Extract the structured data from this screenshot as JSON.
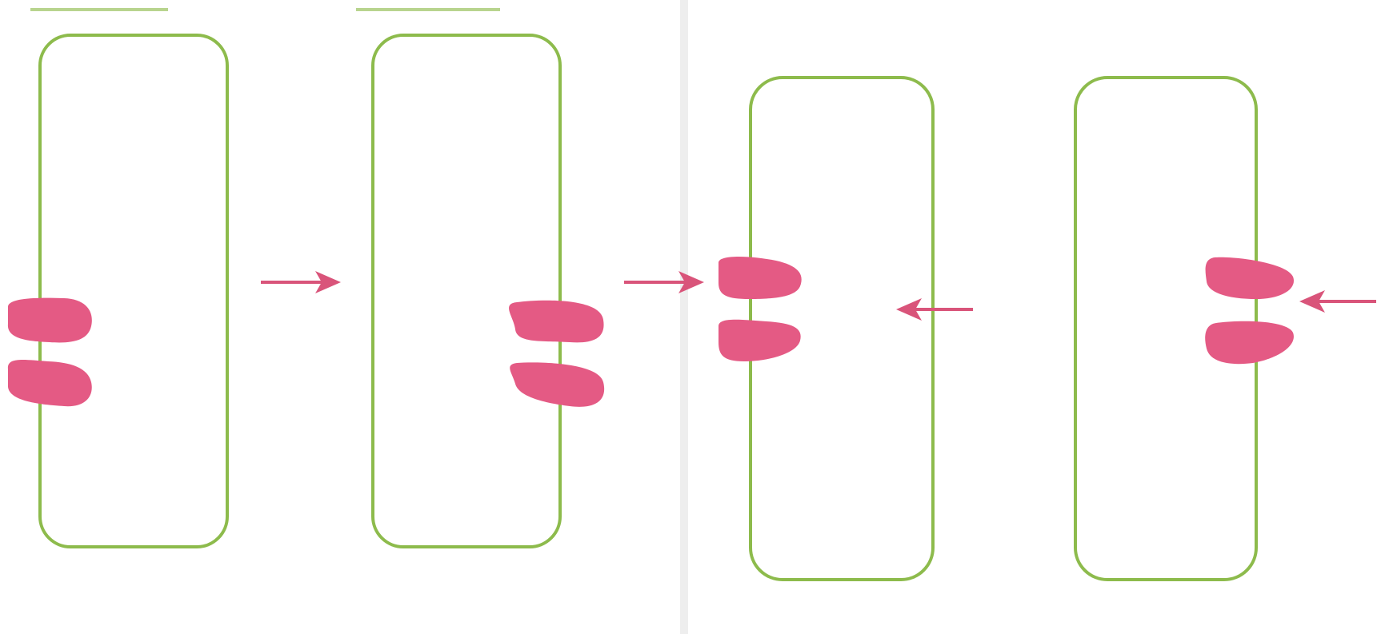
{
  "colors": {
    "background": "#ffffff",
    "panel_divider": "#eeeeee",
    "cell_wall": "#8dbb4c",
    "guard_cell": "#e45a84",
    "arrow": "#d9547a"
  },
  "panels": [
    {
      "name": "left-panel",
      "cells": [
        {
          "name": "cell-left-panel-1",
          "guard_side": "left"
        },
        {
          "name": "cell-left-panel-2",
          "guard_side": "right"
        }
      ],
      "arrows": [
        {
          "name": "arrow-left-panel-1",
          "direction": "right"
        },
        {
          "name": "arrow-left-panel-2",
          "direction": "right"
        }
      ]
    },
    {
      "name": "right-panel",
      "cells": [
        {
          "name": "cell-right-panel-1",
          "guard_side": "left"
        },
        {
          "name": "cell-right-panel-2",
          "guard_side": "right"
        }
      ],
      "arrows": [
        {
          "name": "arrow-right-panel-1",
          "direction": "left"
        },
        {
          "name": "arrow-right-panel-2",
          "direction": "left"
        }
      ]
    }
  ]
}
